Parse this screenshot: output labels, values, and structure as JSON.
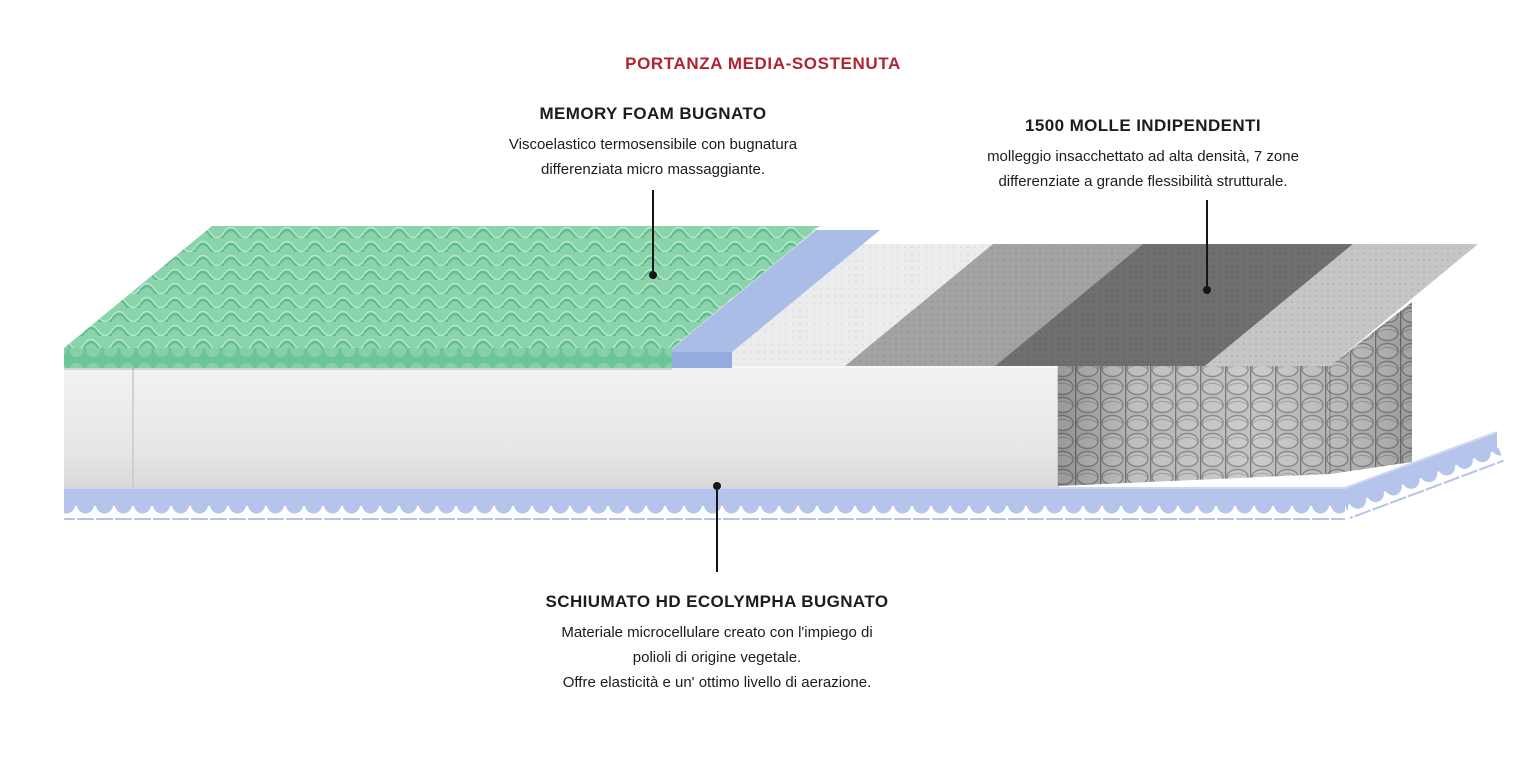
{
  "title": {
    "text": "PORTANZA MEDIA-SOSTENUTA"
  },
  "callouts": {
    "memory_foam": {
      "heading": "MEMORY FOAM BUGNATO",
      "description_line1": "Viscoelastico termosensibile con bugnatura",
      "description_line2": "differenziata micro massaggiante."
    },
    "springs": {
      "heading": "1500 MOLLE INDIPENDENTI",
      "description_line1": "molleggio insacchettato ad alta densità, 7 zone",
      "description_line2": "differenziate a grande flessibilità strutturale."
    },
    "foam_base": {
      "heading": "SCHIUMATO HD ECOLYMPHA BUGNATO",
      "description_line1": "Materiale microcellulare creato con l'impiego di",
      "description_line2": "polioli di origine vegetale.",
      "description_line3": "Offre elasticità e un' ottimo livello di aerazione."
    }
  },
  "colors": {
    "accent_red": "#b22330",
    "text_black": "#1c1c1c",
    "memory_green": "#8bd3ab",
    "mid_blue": "#a9bde6",
    "base_blue": "#b5c4ea",
    "core_white": "#e9e9e9",
    "springs_gray": "#9c9c9c",
    "band_dark_gray": "#6f6f6f",
    "band_light_gray": "#c6c6c6"
  }
}
